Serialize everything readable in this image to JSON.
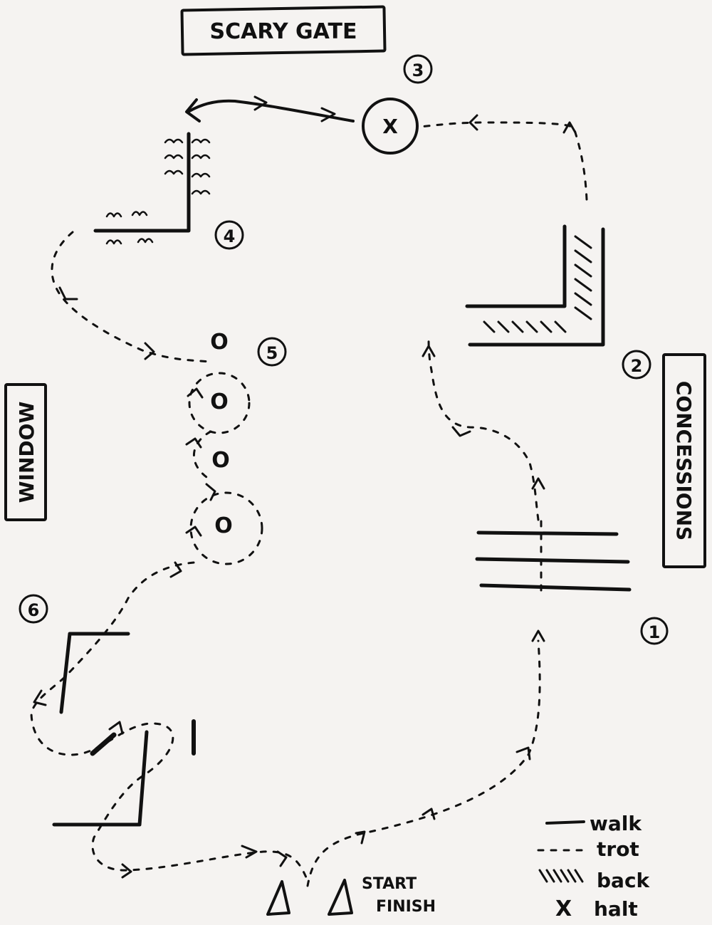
{
  "labels": {
    "top_gate": "SCARY GATE",
    "left_wall": "WINDOW",
    "right_wall": "CONCESSIONS",
    "start": "START",
    "finish": "FINISH"
  },
  "obstacles": [
    {
      "number": "1",
      "name": "ground poles"
    },
    {
      "number": "2",
      "name": "back-through L"
    },
    {
      "number": "3",
      "name": "halt"
    },
    {
      "number": "4",
      "name": "walk-through L"
    },
    {
      "number": "5",
      "name": "cone weave"
    },
    {
      "number": "6",
      "name": "gate"
    }
  ],
  "halt_mark": "X",
  "cone_mark": "O",
  "legend": [
    {
      "style": "solid",
      "label": "walk"
    },
    {
      "style": "dashed",
      "label": "trot"
    },
    {
      "style": "hatched",
      "label": "back"
    },
    {
      "style": "x",
      "symbol": "X",
      "label": "halt"
    }
  ]
}
